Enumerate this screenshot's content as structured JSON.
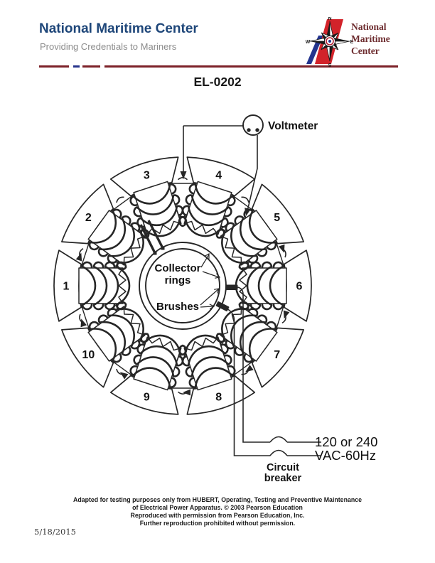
{
  "header": {
    "title": "National Maritime Center",
    "subtitle": "Providing Credentials to Mariners",
    "title_color": "#1e4679",
    "subtitle_color": "#8b8b8b",
    "rule_color": "#7c2128",
    "rule_accent": "#27348b",
    "logo": {
      "lines": [
        "National",
        "Maritime",
        "Center"
      ],
      "text_color": "#6d2c2f",
      "flag_red": "#d2232a",
      "flag_blue": "#23348e",
      "cardinals": [
        "N",
        "E",
        "S",
        "W"
      ]
    }
  },
  "doc": {
    "code": "EL-0202"
  },
  "diagram": {
    "ink": "#262626",
    "voltmeter_label": "Voltmeter",
    "collector_label": [
      "Collector",
      "rings"
    ],
    "brushes_label": "Brushes",
    "breaker_label": [
      "Circuit",
      "breaker"
    ],
    "supply_label": [
      "120 or 240",
      "VAC-60Hz"
    ],
    "poles": [
      {
        "label": "1",
        "angle": 180
      },
      {
        "label": "2",
        "angle": 144
      },
      {
        "label": "3",
        "angle": 108
      },
      {
        "label": "4",
        "angle": 72
      },
      {
        "label": "5",
        "angle": 36
      },
      {
        "label": "6",
        "angle": 0
      },
      {
        "label": "7",
        "angle": -36
      },
      {
        "label": "8",
        "angle": -72
      },
      {
        "label": "9",
        "angle": -108
      },
      {
        "label": "10",
        "angle": -144
      }
    ]
  },
  "footer": {
    "lines": [
      "Adapted for testing purposes only from HUBERT, Operating, Testing and Preventive Maintenance",
      "of Electrical Power Apparatus. © 2003 Pearson Education",
      "Reproduced with permission from Pearson Education, Inc.",
      "Further reproduction prohibited without permission."
    ],
    "date": "5/18/2015"
  }
}
